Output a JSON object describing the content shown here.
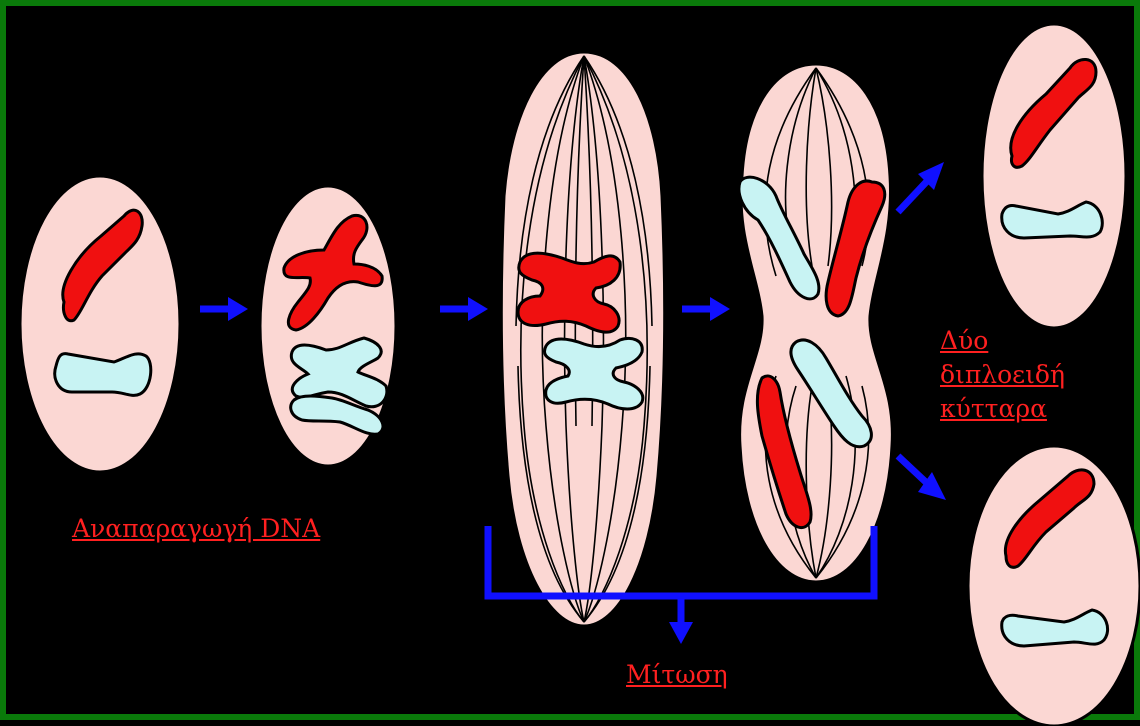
{
  "labels": {
    "replication": "Αναπαραγωγή DNA",
    "mitosis": "Μίτωση",
    "result_line1": "Δύο",
    "result_line2": "διπλοειδή",
    "result_line3": "κύτταρα"
  },
  "colors": {
    "frame": "#0a7a0a",
    "background": "#000000",
    "cell": "#fbd7d3",
    "chromosome_red": "#f01010",
    "chromosome_cyan": "#c8f3f3",
    "arrow": "#1010ff",
    "label": "#ff2020"
  }
}
